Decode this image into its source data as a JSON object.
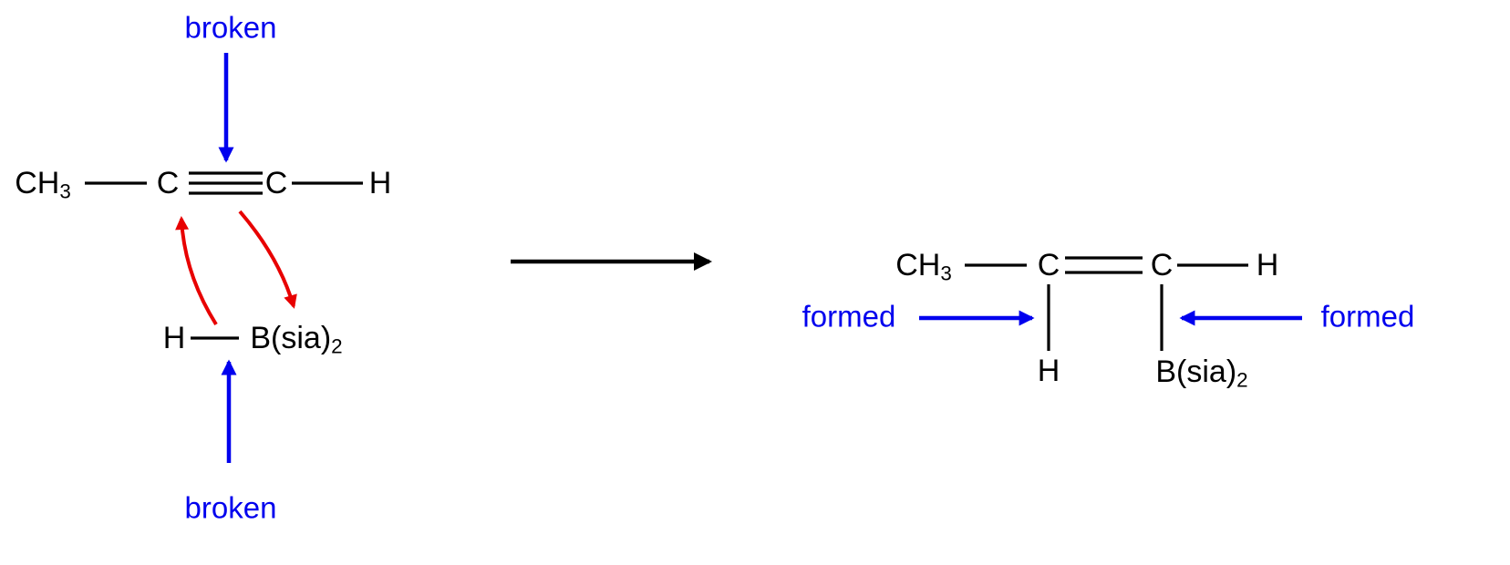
{
  "colors": {
    "blue": "#0000ee",
    "red": "#e80000",
    "black": "#000000"
  },
  "annotations": {
    "broken_top": "broken",
    "broken_bottom": "broken",
    "formed_left": "formed",
    "formed_right": "formed"
  },
  "reactant": {
    "methyl": "CH",
    "methyl_sub": "3",
    "carbon1": "C",
    "carbon2": "C",
    "alkyne_h": "H",
    "borane_h": "H",
    "borane": "B(sia)",
    "borane_sub": "2"
  },
  "product": {
    "methyl": "CH",
    "methyl_sub": "3",
    "carbon1": "C",
    "carbon2": "C",
    "vinyl_h": "H",
    "added_h": "H",
    "borane": "B(sia)",
    "borane_sub": "2"
  }
}
